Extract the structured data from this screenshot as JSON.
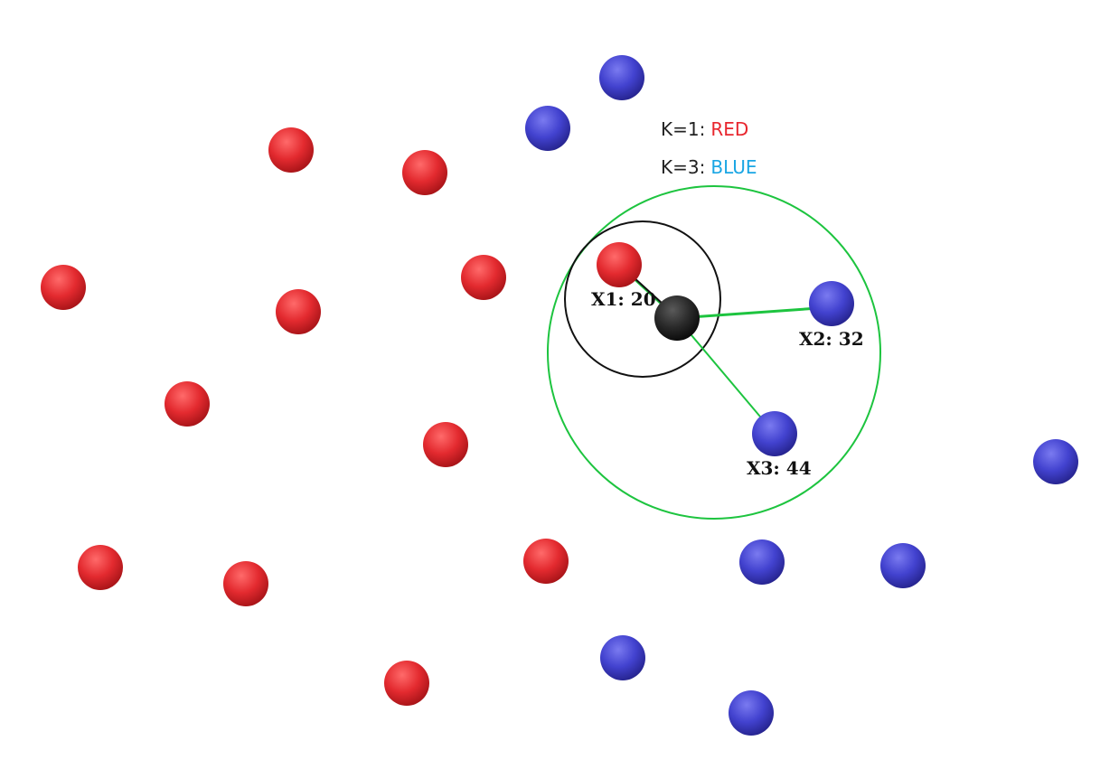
{
  "legend": {
    "k1": {
      "prefix": "K=1:",
      "value": "RED",
      "color": "#e8262e"
    },
    "k3": {
      "prefix": "K=3:",
      "value": "BLUE",
      "color": "#1aa6e4"
    }
  },
  "colors": {
    "red_point": "#e02a2f",
    "blue_point": "#4040cc",
    "query_point": "#2a2a2a",
    "k1_circle": "#111111",
    "k3_circle": "#1dc43f",
    "neighbor_line": "#1dc43f"
  },
  "neighbors": [
    {
      "id": "x1",
      "label": "X1: 20",
      "distance": 20,
      "class": "red"
    },
    {
      "id": "x2",
      "label": "X2: 32",
      "distance": 32,
      "class": "blue"
    },
    {
      "id": "x3",
      "label": "X3: 44",
      "distance": 44,
      "class": "blue"
    }
  ]
}
